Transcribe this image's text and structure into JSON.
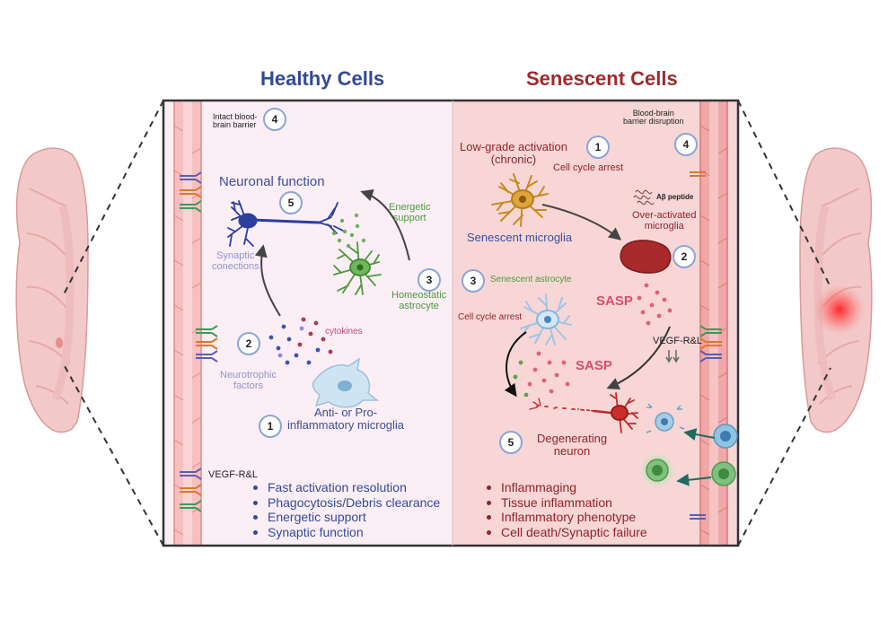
{
  "titles": {
    "healthy": "Healthy Cells",
    "senescent": "Senescent Cells"
  },
  "healthy": {
    "bbb_label": "Intact blood-\nbrain barrier",
    "bbb_num": "4",
    "neuronal_function": "Neuronal function",
    "neuronal_num": "5",
    "synaptic": "Synaptic\nconections",
    "energetic_support": "Energetic\nsupport",
    "astrocyte_num": "3",
    "astrocyte_label": "Homeostatic\nastrocyte",
    "factors_num": "2",
    "cytokines": "cytokines",
    "neurotrophic": "Neurotrophic\nfactors",
    "microglia_num": "1",
    "microglia_label": "Anti- or Pro-\ninflammatory microglia",
    "vegf": "VEGF-R&L",
    "bullets": [
      "Fast activation resolution",
      "Phagocytosis/Debris clearance",
      "Energetic support",
      "Synaptic function"
    ]
  },
  "senescent": {
    "low_grade": "Low-grade activation\n(chronic)",
    "low_grade_num": "1",
    "cell_cycle_arrest_top": "Cell cycle arrest",
    "bbb_label": "Blood-brain\nbarrier disruption",
    "bbb_num": "4",
    "abeta": "Aβ peptide",
    "overactivated": "Over-activated\nmicroglia",
    "overactivated_num": "2",
    "senescent_microglia": "Senescent  microglia",
    "astro_num": "3",
    "senescent_astrocyte": "Senescent astrocyte",
    "sasp_1": "SASP",
    "cell_cycle_arrest_left": "Cell cycle arrest",
    "vegf": "VEGF-R&L",
    "sasp_2": "SASP",
    "degenerating_num": "5",
    "degenerating": "Degenerating\nneuron",
    "bullets": [
      "Inflammaging",
      "Tissue inflammation",
      "Inflammatory phenotype",
      "Cell death/Synaptic failure"
    ]
  },
  "colors": {
    "healthy_bg": "#fbeef5",
    "senescent_bg": "#f8d6d6",
    "vessel": "#f0a8a8",
    "healthy_title": "#324a94",
    "senescent_title": "#9e2a2e"
  }
}
